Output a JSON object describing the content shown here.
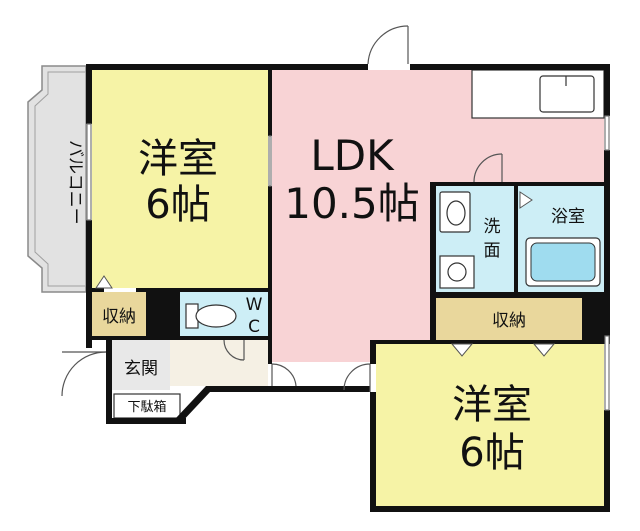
{
  "rooms": {
    "western_room_1": {
      "name": "洋室",
      "size": "6帖",
      "color": "#f6f3a6"
    },
    "ldk": {
      "name": "LDK",
      "size": "10.5帖",
      "color": "#f8d3d5"
    },
    "western_room_2": {
      "name": "洋室",
      "size": "6帖",
      "color": "#f6f3a6"
    },
    "bathroom": {
      "name": "浴室",
      "color": "#cdeef6"
    },
    "washroom": {
      "line1": "洗",
      "line2": "面",
      "color": "#cdeef6"
    },
    "wc": {
      "line1": "W",
      "line2": "C",
      "color": "#cdeef6"
    },
    "storage_1": {
      "name": "収納",
      "color": "#e9d79c"
    },
    "storage_2": {
      "name": "収納",
      "color": "#e9d79c"
    },
    "entrance": {
      "name": "玄関",
      "color": "#e8e8e8"
    },
    "shoe_cabinet": {
      "name": "下駄箱"
    },
    "hall": {
      "color": "#f5f0e4"
    },
    "balcony": {
      "name": "バルコニー",
      "color": "#e2e2e2"
    }
  },
  "colors": {
    "wall": "#111111",
    "western_room": "#f6f3a6",
    "ldk": "#f8d3d5",
    "wet_area": "#cdeef6",
    "storage": "#e9d79c",
    "entrance": "#e8e8e8",
    "balcony": "#e2e2e2"
  },
  "icons": [
    "door-swing-icon",
    "toilet-icon",
    "washbasin-icon",
    "bathtub-icon",
    "kitchen-sink-icon",
    "washing-machine-icon"
  ]
}
